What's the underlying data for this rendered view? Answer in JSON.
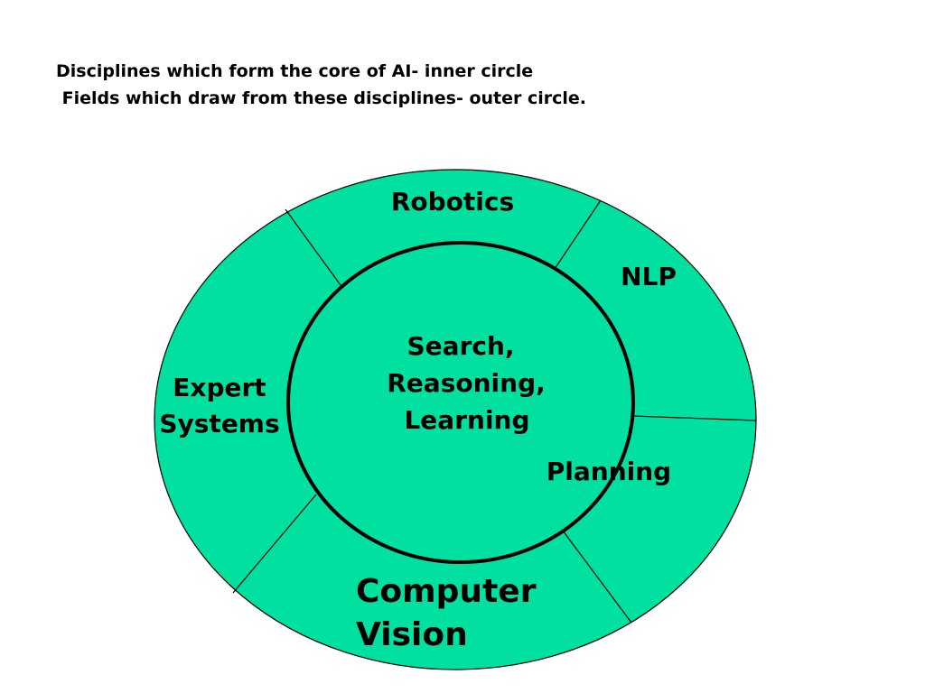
{
  "heading": {
    "line1": "Disciplines which form the core of AI- inner circle",
    "line2": " Fields which draw from these disciplines- outer circle."
  },
  "colors": {
    "fill": "#00e0a0",
    "stroke": "#000000",
    "background": "#ffffff"
  },
  "inner_circle": {
    "lines": [
      "Search,",
      "Reasoning,",
      "Learning"
    ]
  },
  "outer_fields": {
    "robotics": "Robotics",
    "nlp": "NLP",
    "planning": "Planning",
    "computer_vision": [
      "Computer",
      "Vision"
    ],
    "expert_systems": [
      "Expert",
      "Systems"
    ]
  }
}
